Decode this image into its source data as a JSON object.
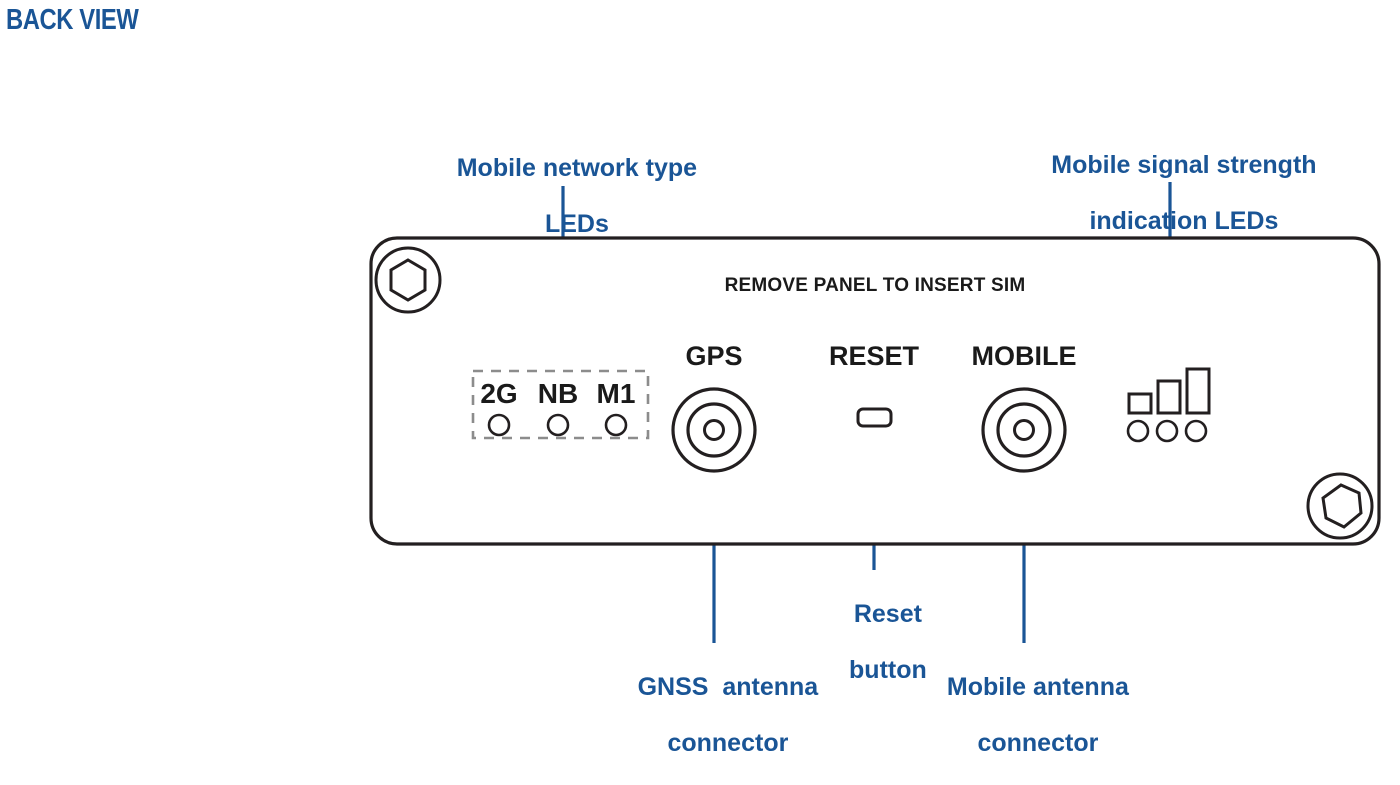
{
  "page": {
    "title": "BACK VIEW",
    "background": "#ffffff",
    "accent_color": "#1a5596",
    "outline_color": "#231f20",
    "dash_color": "#8c8c8c"
  },
  "device_panel": {
    "instruction_text": "REMOVE PANEL TO INSERT SIM",
    "screws": [
      {
        "name": "hex-screw-top-left"
      },
      {
        "name": "hex-screw-bottom-right"
      }
    ],
    "network_leds": {
      "labels": [
        "2G",
        "NB",
        "M1"
      ],
      "led_count": 3,
      "boxed": true
    },
    "ports": [
      {
        "label": "GPS",
        "type": "sma-connector"
      },
      {
        "label": "RESET",
        "type": "pinhole-button"
      },
      {
        "label": "MOBILE",
        "type": "sma-connector"
      }
    ],
    "signal_leds": {
      "bar_count": 3,
      "led_count": 3
    }
  },
  "callouts": [
    {
      "id": "mobile-network-type-leds",
      "line1": "Mobile network type",
      "line2": "LEDs",
      "position": "top-left"
    },
    {
      "id": "mobile-signal-strength-leds",
      "line1": "Mobile signal strength",
      "line2": "indication LEDs",
      "position": "top-right"
    },
    {
      "id": "gnss-antenna-connector",
      "line1": "GNSS  antenna",
      "line2": "connector",
      "position": "bottom-left"
    },
    {
      "id": "reset-button",
      "line1": "Reset",
      "line2": "button",
      "position": "bottom-center"
    },
    {
      "id": "mobile-antenna-connector",
      "line1": "Mobile antenna",
      "line2": "connector",
      "position": "bottom-right"
    }
  ]
}
